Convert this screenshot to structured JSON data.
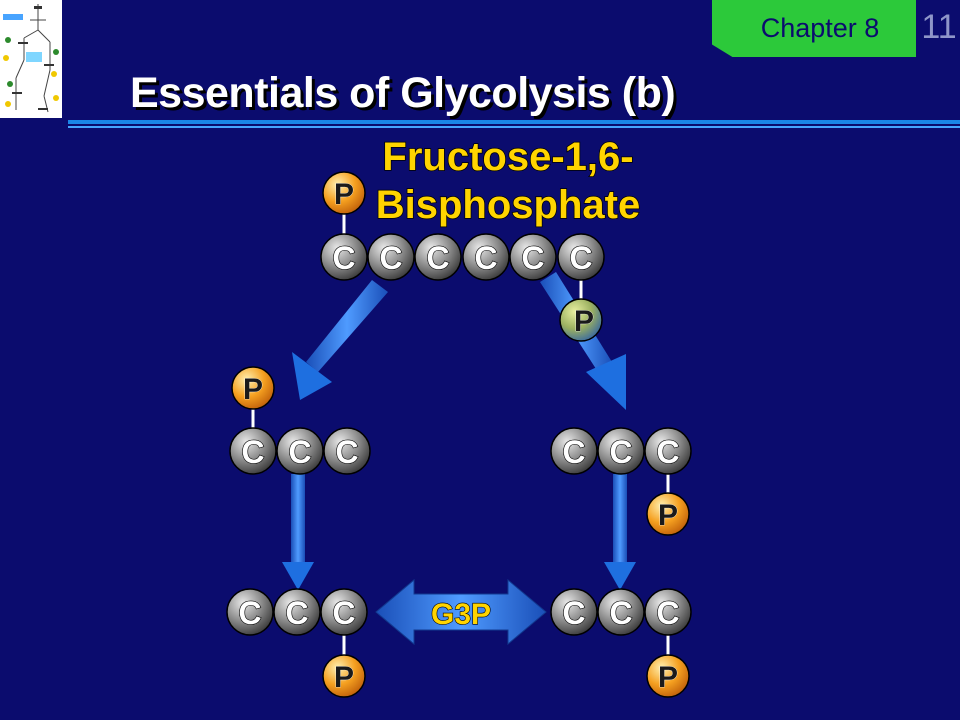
{
  "header": {
    "chapter_label": "Chapter 8",
    "page_number": "11",
    "title": "Essentials of Glycolysis (b)"
  },
  "diagram": {
    "molecule_name_line1": "Fructose-1,6-",
    "molecule_name_line2": "Bisphosphate",
    "carbon_label": "C",
    "phosphate_label": "P",
    "product_label": "G3P",
    "colors": {
      "carbon": "#7a7a7a",
      "phosphate": "#f5a020",
      "arrow": "#1e6fe0",
      "text_accent": "#ffd400"
    }
  },
  "icons": [
    "pathway-thumbnail-icon"
  ]
}
